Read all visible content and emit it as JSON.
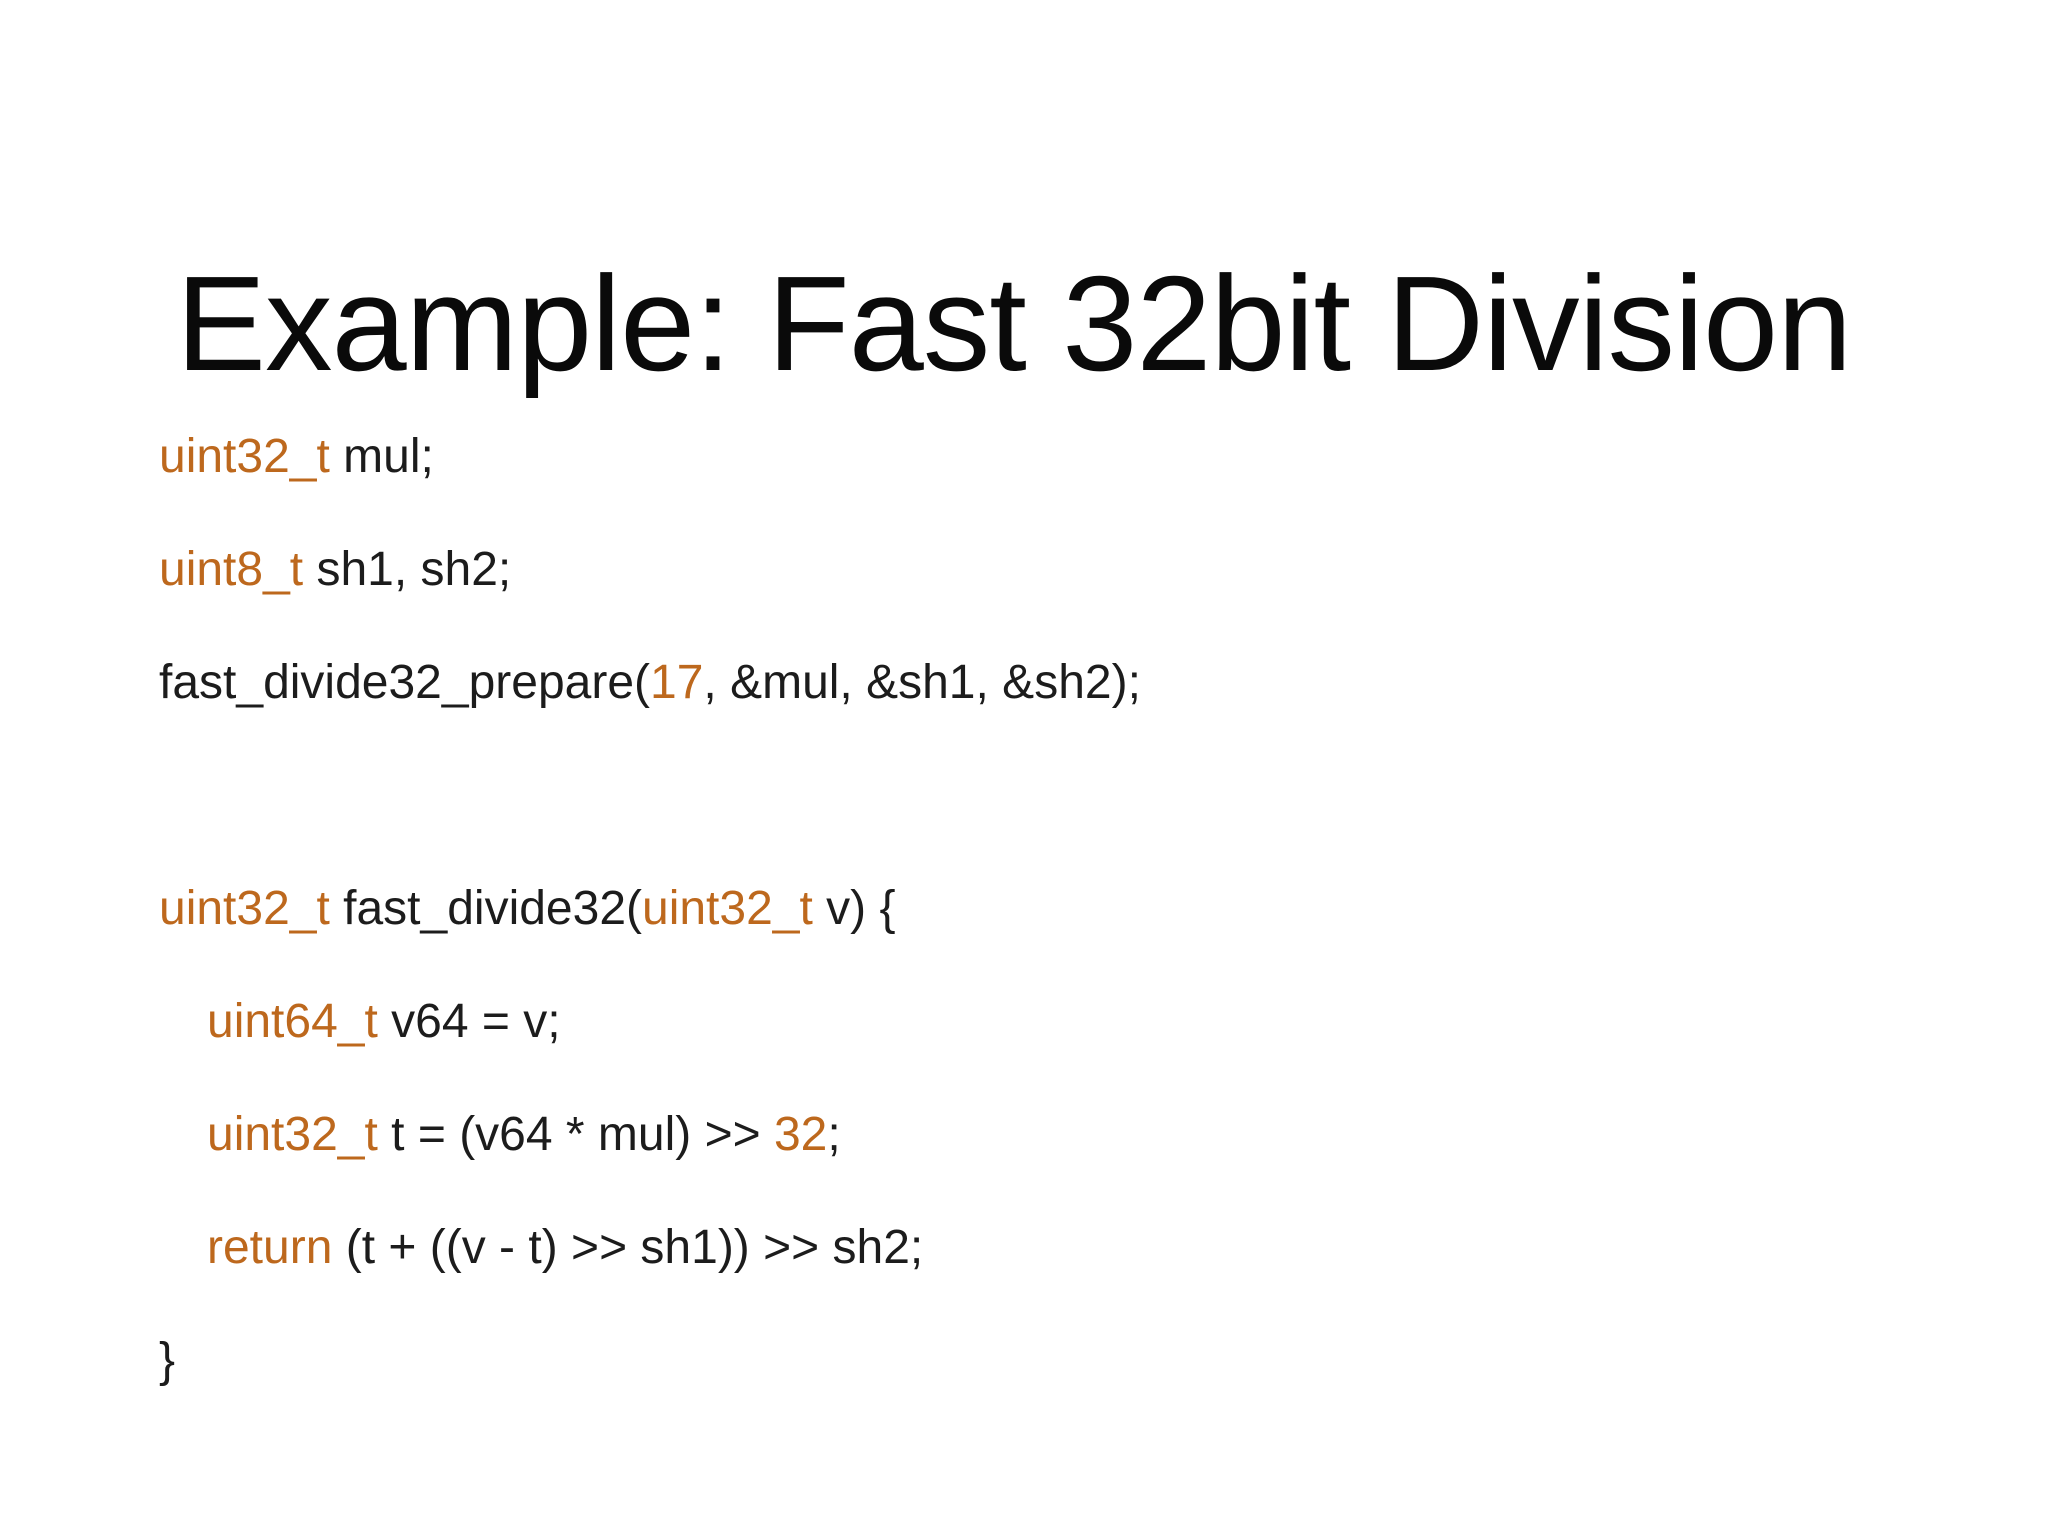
{
  "slide": {
    "title": "Example: Fast 32bit Division",
    "colors": {
      "background": "#ffffff",
      "title_text": "#0a0a0a",
      "code_text": "#1c1c1c",
      "keyword_orange": "#bd681d"
    },
    "code_lines": [
      {
        "indent": 0,
        "segments": [
          {
            "text": "uint32_t",
            "kw": true
          },
          {
            "text": " mul;",
            "kw": false
          }
        ]
      },
      {
        "indent": 0,
        "segments": [
          {
            "text": "uint8_t",
            "kw": true
          },
          {
            "text": " sh1, sh2;",
            "kw": false
          }
        ]
      },
      {
        "indent": 0,
        "segments": [
          {
            "text": "fast_divide32_prepare(",
            "kw": false
          },
          {
            "text": "17",
            "kw": true
          },
          {
            "text": ", &mul, &sh1, &sh2);",
            "kw": false
          }
        ]
      },
      {
        "indent": 0,
        "segments": []
      },
      {
        "indent": 0,
        "segments": [
          {
            "text": "uint32_t",
            "kw": true
          },
          {
            "text": " fast_divide32(",
            "kw": false
          },
          {
            "text": "uint32_t",
            "kw": true
          },
          {
            "text": " v) {",
            "kw": false
          }
        ]
      },
      {
        "indent": 1,
        "segments": [
          {
            "text": "uint64_t",
            "kw": true
          },
          {
            "text": " v64 = v;",
            "kw": false
          }
        ]
      },
      {
        "indent": 1,
        "segments": [
          {
            "text": "uint32_t",
            "kw": true
          },
          {
            "text": " t = (v64 * mul) >> ",
            "kw": false
          },
          {
            "text": "32",
            "kw": true
          },
          {
            "text": ";",
            "kw": false
          }
        ]
      },
      {
        "indent": 1,
        "segments": [
          {
            "text": "return",
            "kw": true
          },
          {
            "text": " (t + ((v - t) >> sh1)) >> sh2;",
            "kw": false
          }
        ]
      },
      {
        "indent": 0,
        "segments": [
          {
            "text": "}",
            "kw": false
          }
        ]
      }
    ]
  }
}
